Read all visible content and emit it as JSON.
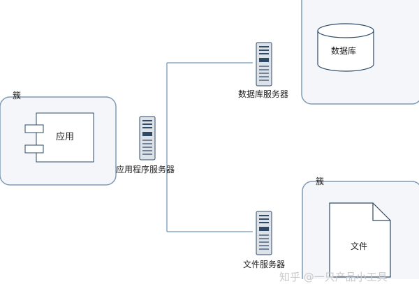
{
  "diagram": {
    "cluster_left_label": "簇",
    "app_label": "应用",
    "app_server_label": "应用程序服务器",
    "db_server_label": "数据库服务器",
    "db_label": "数据库",
    "file_server_label": "文件服务器",
    "cluster_right_label": "簇",
    "file_label": "文件",
    "watermark": "知乎 @一只产品小工具"
  },
  "colors": {
    "frame_stroke": "#7f9ab5",
    "frame_fill": "#f4f6f9",
    "box_stroke": "#2e4a66",
    "line": "#4d7ea8",
    "server_body": "#dde2e9"
  }
}
